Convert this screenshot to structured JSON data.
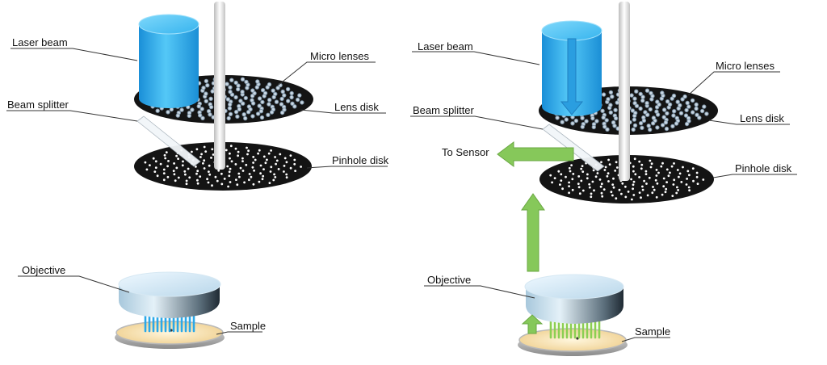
{
  "left_panel": {
    "laser_beam": "Laser beam",
    "micro_lenses": "Micro lenses",
    "beam_splitter": "Beam splitter",
    "lens_disk": "Lens disk",
    "pinhole_disk": "Pinhole disk",
    "objective": "Objective",
    "sample": "Sample"
  },
  "right_panel": {
    "laser_beam": "Laser beam",
    "micro_lenses": "Micro lenses",
    "beam_splitter": "Beam splitter",
    "lens_disk": "Lens disk",
    "to_sensor": "To Sensor",
    "pinhole_disk": "Pinhole disk",
    "objective": "Objective",
    "sample": "Sample"
  },
  "colors": {
    "laser": "#2aa8e8",
    "emission": "#8ccf52",
    "disk": "#141414",
    "sample": "#f3dba6"
  }
}
